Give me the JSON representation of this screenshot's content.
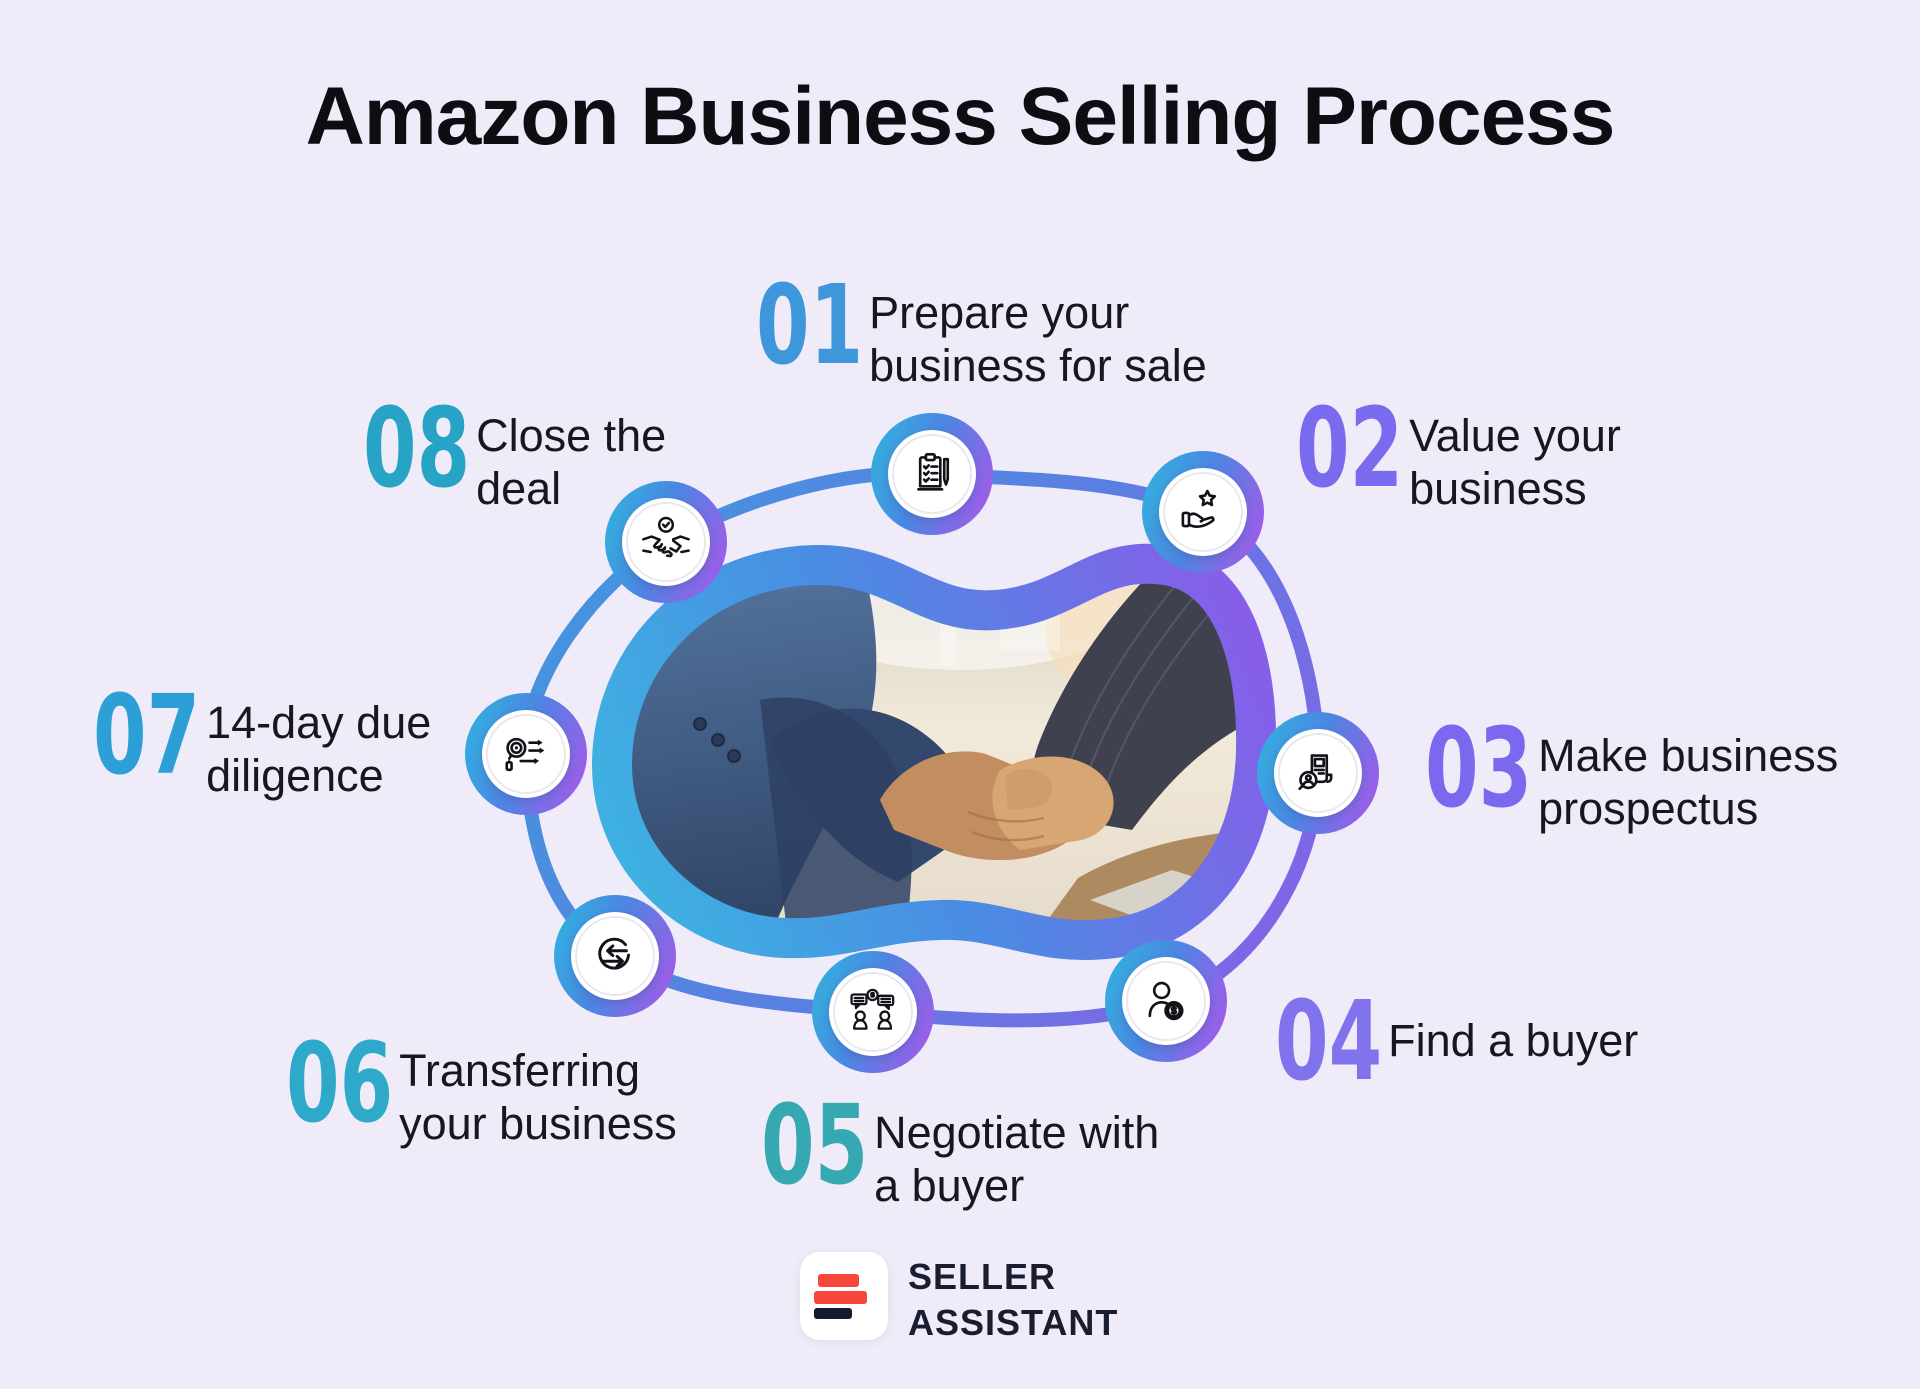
{
  "title": "Amazon Business Selling Process",
  "steps": [
    {
      "num": "01",
      "label": "Prepare your\nbusiness for sale",
      "num_style": "color:#3E97DB",
      "icon": "clipboard-pen"
    },
    {
      "num": "02",
      "label": "Value your\nbusiness",
      "num_style": "color:#7A6AEE",
      "icon": "hand-star"
    },
    {
      "num": "03",
      "label": "Make business\nprospectus",
      "num_style": "color:#7A68EE",
      "icon": "prospectus-search"
    },
    {
      "num": "04",
      "label": "Find a buyer",
      "num_style": "color:#8172EE",
      "icon": "buyer-person-dollar"
    },
    {
      "num": "05",
      "label": "Negotiate with\na buyer",
      "num_style": "color:#35A8B2",
      "icon": "negotiation-chat"
    },
    {
      "num": "06",
      "label": "Transferring\nyour business",
      "num_style": "color:#2FA9C9",
      "icon": "transfer-arrows"
    },
    {
      "num": "07",
      "label": "14-day due\ndiligence",
      "num_style": "color:#2B9FD6",
      "icon": "due-diligence-search"
    },
    {
      "num": "08",
      "label": "Close the\ndeal",
      "num_style": "color:#27A3C6",
      "icon": "handshake-check"
    }
  ],
  "logo": {
    "line1": "SELLER",
    "line2": "ASSISTANT"
  },
  "colors": {
    "background": "#EFEBF8",
    "title_text": "#0D0D12",
    "label_text": "#17171C",
    "ring_gradient_start": "#36AADF",
    "ring_gradient_end": "#985FE8",
    "connector_gradient_start": "#3E9BDC",
    "connector_gradient_end": "#8A5FE8",
    "blob_gradient_start": "#3DB4E1",
    "blob_gradient_end": "#8C5AE9",
    "logo_red": "#F7473D",
    "logo_dark": "#161A2E",
    "logo_bg": "#FFFFFF"
  }
}
